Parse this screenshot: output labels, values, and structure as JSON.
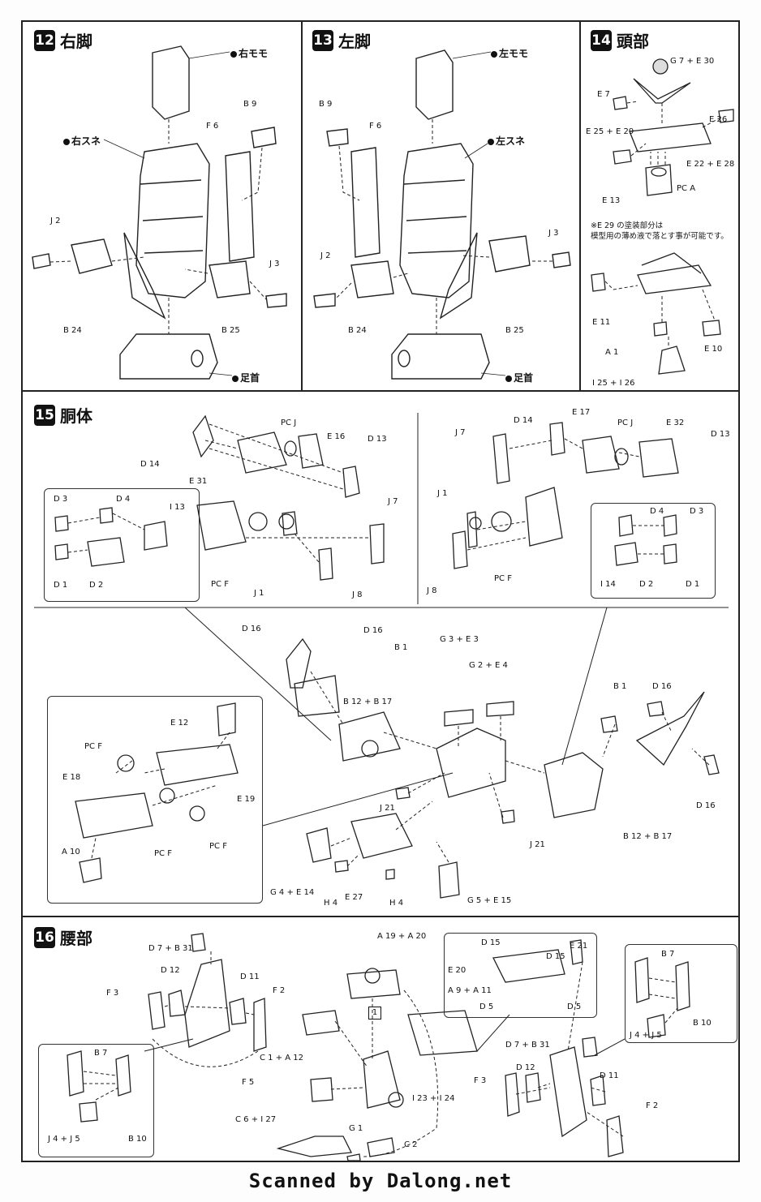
{
  "steps": {
    "s12": {
      "num": "12",
      "title": "右脚",
      "callouts": {
        "thigh": "右モモ",
        "shin": "右スネ",
        "ankle": "足首"
      },
      "parts": {
        "b9": "B 9",
        "f6": "F 6",
        "j2": "J 2",
        "j3": "J 3",
        "b24": "B 24",
        "b25": "B 25"
      }
    },
    "s13": {
      "num": "13",
      "title": "左脚",
      "callouts": {
        "thigh": "左モモ",
        "shin": "左スネ",
        "ankle": "足首"
      },
      "parts": {
        "b9": "B 9",
        "f6": "F 6",
        "j3": "J 3",
        "j2": "J 2",
        "b24": "B 24",
        "b25": "B 25"
      }
    },
    "s14": {
      "num": "14",
      "title": "頭部",
      "parts": {
        "g7e30": "G 7 + E 30",
        "e7": "E 7",
        "e26": "E 26",
        "e25e29": "E 25 + E 29",
        "e22e28": "E 22 + E 28",
        "e13": "E 13",
        "pca": "PC A",
        "e11": "E 11",
        "e10": "E 10",
        "a1": "A 1",
        "i25i26": "I 25 + I 26"
      },
      "note_line1": "※E 29 の塗装部分は",
      "note_line2": "模型用の薄め液で落とす事が可能です。"
    },
    "s15": {
      "num": "15",
      "title": "胴体",
      "parts": {
        "d14a": "D 14",
        "pcj_a": "PC J",
        "e16": "E 16",
        "d13a": "D 13",
        "e31": "E 31",
        "d3a": "D 3",
        "d4a": "D 4",
        "i13": "I 13",
        "d1a": "D 1",
        "d2a": "D 2",
        "j7a": "J 7",
        "pcfa": "PC F",
        "j1a": "J 1",
        "j8a": "J 8",
        "j7b": "J 7",
        "d14b": "D 14",
        "e17": "E 17",
        "pcj_b": "PC J",
        "e32": "E 32",
        "d13b": "D 13",
        "j1b": "J 1",
        "pcfb": "PC F",
        "j8b": "J 8",
        "d4b": "D 4",
        "d3b": "D 3",
        "i14": "I 14",
        "d2b": "D 2",
        "d1b": "D 1",
        "d16a": "D 16",
        "d16b": "D 16",
        "b1a": "B 1",
        "g3e3": "G 3 + E 3",
        "g2e4": "G 2 + E 4",
        "b12b17a": "B 12 + B 17",
        "b1b": "B 1",
        "d16c": "D 16",
        "d16d": "D 16",
        "b12b17b": "B 12 + B 17",
        "e12": "E 12",
        "pcf_c": "PC F",
        "e18": "E 18",
        "e19": "E 19",
        "pcf_d": "PC F",
        "pcf_e": "PC F",
        "a10": "A 10",
        "j21a": "J 21",
        "j21b": "J 21",
        "g4e14": "G 4 + E 14",
        "h4a": "H 4",
        "e27": "E 27",
        "h4b": "H 4",
        "g5e15": "G 5 + E 15"
      }
    },
    "s16": {
      "num": "16",
      "title": "腰部",
      "parts": {
        "d7b31a": "D 7 + B 31",
        "d12a": "D 12",
        "d11a": "D 11",
        "f3a": "F 3",
        "f2a": "F 2",
        "b7a": "B 7",
        "j4j5a": "J 4 + J 5",
        "b10a": "B 10",
        "a19a20": "A 19 + A 20",
        "c1a12": "C 1 + A 12",
        "f5": "F 5",
        "c6i27": "C 6 + I 27",
        "g1": "G 1",
        "c2": "C 2",
        "i23i24": "I 23 + I 24",
        "tag1": "1",
        "d15a": "D 15",
        "d15b": "D 15",
        "e21": "E 21",
        "e20": "E 20",
        "a9a11": "A 9 + A 11",
        "d5a": "D 5",
        "d5b": "D 5",
        "d7b31b": "D 7 + B 31",
        "d12b": "D 12",
        "d11b": "D 11",
        "f3b": "F 3",
        "f2b": "F 2",
        "b7b": "B 7",
        "j4j5b": "J 4 + J 5",
        "b10b": "B 10"
      }
    }
  },
  "footer": "Scanned by Dalong.net"
}
